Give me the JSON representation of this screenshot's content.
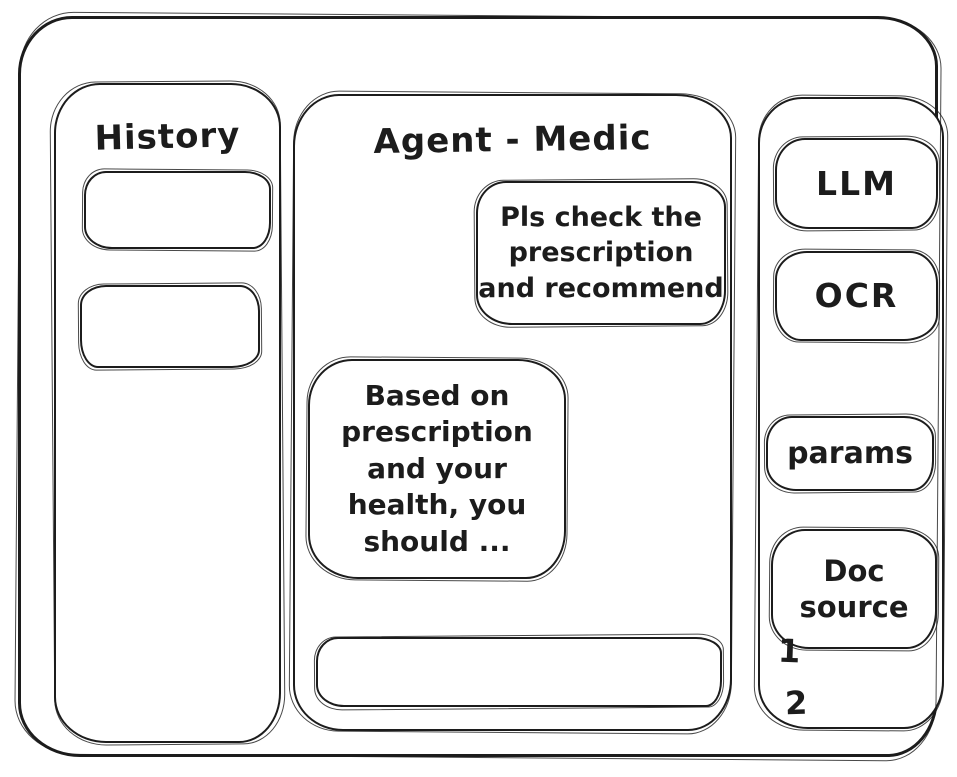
{
  "app": {
    "background_color": "#ffffff",
    "stroke_color": "#1c1c1c"
  },
  "history_panel": {
    "title": "History",
    "items": [
      {
        "label": ""
      },
      {
        "label": ""
      }
    ]
  },
  "chat_panel": {
    "title": "Agent - Medic",
    "messages": [
      {
        "role": "user",
        "text": "Pls check the prescription and recommend",
        "lines": [
          "Pls check the",
          "prescription",
          "and recommend"
        ]
      },
      {
        "role": "assistant",
        "text": "Based on prescription and your health, you should ...",
        "lines": [
          "Based on",
          "prescription",
          "and your",
          "health, you",
          "should ..."
        ]
      }
    ],
    "input": {
      "value": "",
      "placeholder": ""
    }
  },
  "tools_panel": {
    "buttons": [
      {
        "label": "LLM"
      },
      {
        "label": "OCR"
      },
      {
        "label": "params"
      },
      {
        "label": "Doc source"
      }
    ],
    "doc_source_items": [
      "1",
      "2"
    ]
  }
}
